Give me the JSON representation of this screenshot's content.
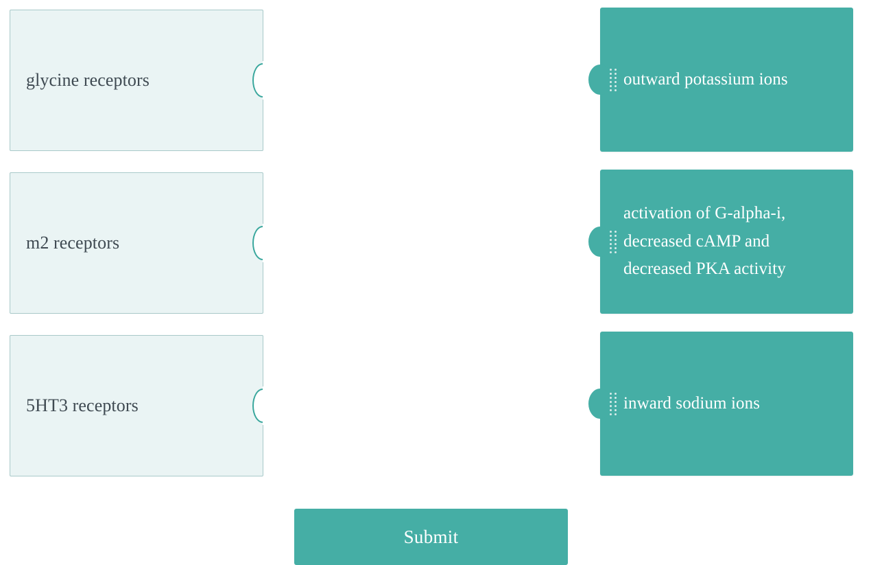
{
  "page": {
    "background_color": "#ffffff",
    "accent_color": "#45aea5",
    "dropzone_fill": "#eaf4f4",
    "dropzone_border": "#a8c9c9",
    "text_dark": "#3f4a52",
    "text_light": "#ffffff"
  },
  "prompts": [
    {
      "id": "prompt-1",
      "label": "glycine receptors",
      "notch_icon": "circle-notch-icon"
    },
    {
      "id": "prompt-2",
      "label": "m2 receptors",
      "notch_icon": "circle-notch-icon"
    },
    {
      "id": "prompt-3",
      "label": "5HT3 receptors",
      "notch_icon": "circle-notch-icon"
    }
  ],
  "answers": [
    {
      "id": "answer-1",
      "label": "outward potassium ions",
      "grip_icon": "drag-handle-icon",
      "knob_icon": "puzzle-knob-icon"
    },
    {
      "id": "answer-2",
      "label": "activation of G-alpha-i, decreased cAMP and decreased PKA activity",
      "grip_icon": "drag-handle-icon",
      "knob_icon": "puzzle-knob-icon"
    },
    {
      "id": "answer-3",
      "label": "inward sodium ions",
      "grip_icon": "drag-handle-icon",
      "knob_icon": "puzzle-knob-icon"
    }
  ],
  "actions": {
    "submit_label": "Submit"
  }
}
